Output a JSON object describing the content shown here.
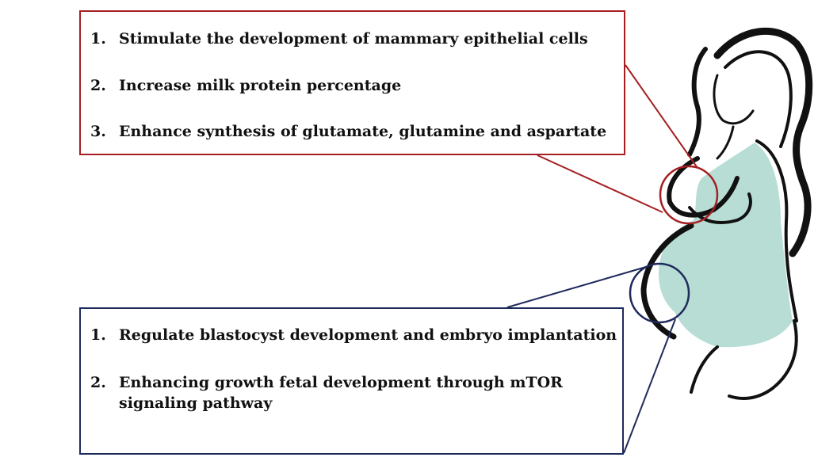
{
  "colors": {
    "top_box_border": "#a51f22",
    "bottom_box_border": "#1f2a5c",
    "body_fill": "#b7ddd5",
    "outline": "#111111"
  },
  "top_box": {
    "items": [
      {
        "num": "1.",
        "text": "Stimulate the development of mammary  epithelial cells"
      },
      {
        "num": "2.",
        "text": "Increase milk protein percentage"
      },
      {
        "num": "3.",
        "text": "Enhance synthesis of glutamate, glutamine and aspartate"
      }
    ]
  },
  "bottom_box": {
    "items": [
      {
        "num": "1.",
        "text": "Regulate blastocyst development and embryo implantation"
      },
      {
        "num": "2.",
        "text": "Enhancing growth fetal development through mTOR signaling pathway"
      }
    ]
  },
  "figure": {
    "icon": "pregnant-woman-silhouette-icon"
  }
}
